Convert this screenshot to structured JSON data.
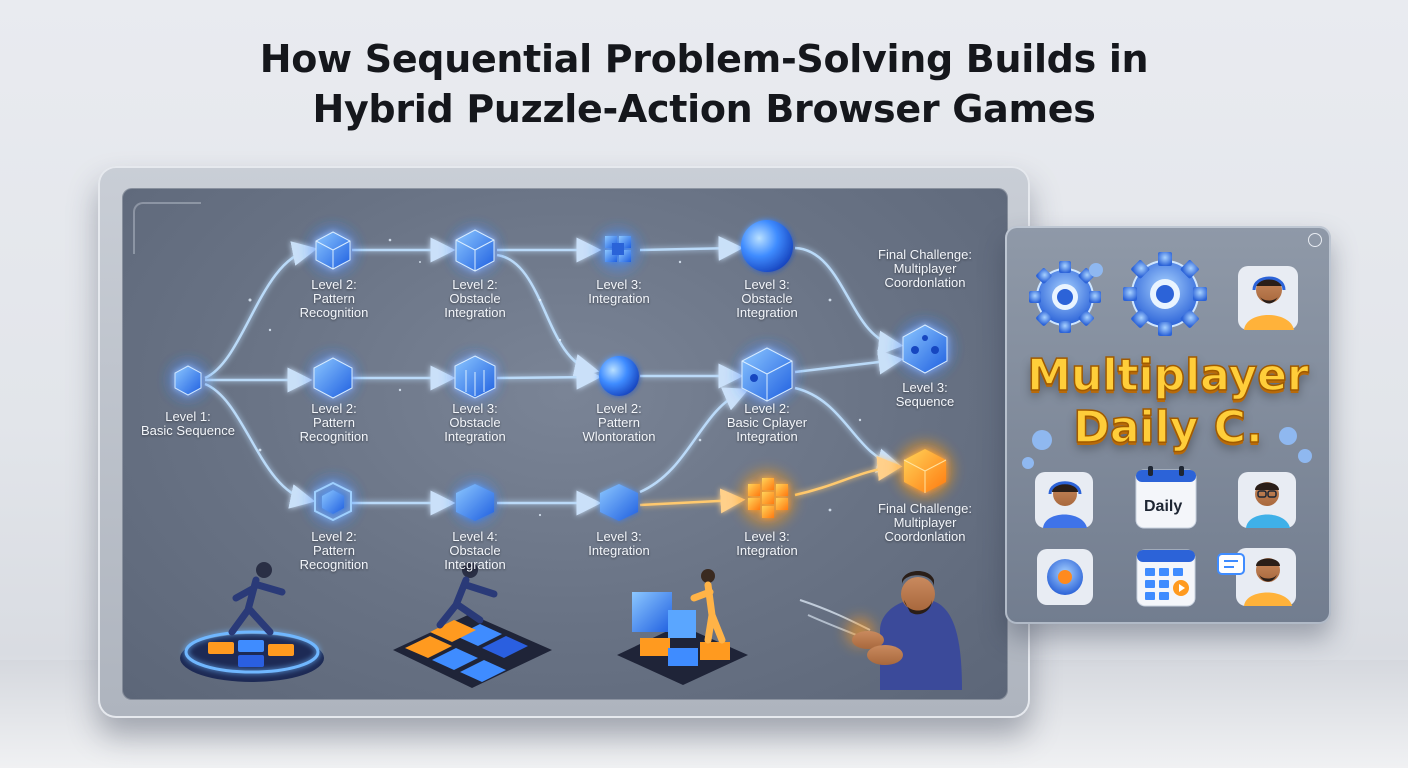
{
  "title": {
    "line1": "How Sequential Problem-Solving Builds in",
    "line2": "Hybrid Puzzle-Action Browser Games"
  },
  "diagram": {
    "nodes": [
      {
        "id": "n_l1",
        "line1": "Level 1:",
        "line2": "Basic Sequence"
      },
      {
        "id": "n_r1c1",
        "line1": "Level 2:",
        "line2": "Pattern",
        "line3": "Recognition"
      },
      {
        "id": "n_r1c2",
        "line1": "Level 2:",
        "line2": "Obstacle",
        "line3": "Integration"
      },
      {
        "id": "n_r1c3",
        "line1": "Level 3:",
        "line2": "Integration"
      },
      {
        "id": "n_r1c4",
        "line1": "Level 3:",
        "line2": "Obstacle",
        "line3": "Integration"
      },
      {
        "id": "n_final1",
        "line1": "Final Challenge:",
        "line2": "Multiplayer",
        "line3": "Coordonlation"
      },
      {
        "id": "n_r2c1",
        "line1": "Level 2:",
        "line2": "Pattern",
        "line3": "Recognition"
      },
      {
        "id": "n_r2c2",
        "line1": "Level 3:",
        "line2": "Obstacle",
        "line3": "Integration"
      },
      {
        "id": "n_r2c3",
        "line1": "Level 2:",
        "line2": "Pattern",
        "line3": "Wlontoration"
      },
      {
        "id": "n_r2c4",
        "line1": "Level 2:",
        "line2": "Basic Cplayer",
        "line3": "Integration"
      },
      {
        "id": "n_seq",
        "line1": "Level 3:",
        "line2": "Sequence"
      },
      {
        "id": "n_r3c1",
        "line1": "Level 2:",
        "line2": "Pattern",
        "line3": "Recognition"
      },
      {
        "id": "n_r3c2",
        "line1": "Level 4:",
        "line2": "Obstacle",
        "line3": "Integration"
      },
      {
        "id": "n_r3c3",
        "line1": "Level 3:",
        "line2": "Integration"
      },
      {
        "id": "n_r3c4",
        "line1": "Level 3:",
        "line2": "Integration"
      },
      {
        "id": "n_final2",
        "line1": "Final Challenge:",
        "line2": "Multiplayer",
        "line3": "Coordonlation"
      }
    ]
  },
  "side_panel": {
    "heading_line1": "Multiplayer",
    "heading_line2": "Daily C.",
    "daily_tile_label": "Daily"
  },
  "colors": {
    "accent_blue": "#3f8cff",
    "accent_orange": "#ff9a1f",
    "heading_gold": "#ffce3a"
  }
}
